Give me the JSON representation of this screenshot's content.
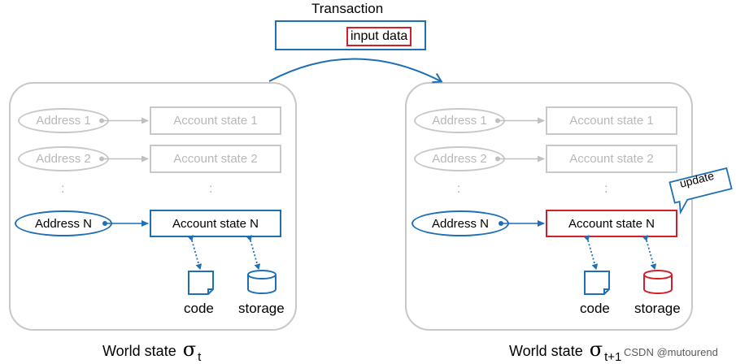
{
  "transaction": {
    "title": "Transaction",
    "field": "input data"
  },
  "left": {
    "address1": "Address 1",
    "account1": "Account state 1",
    "address2": "Address 2",
    "account2": "Account state 2",
    "ellipsis_left": ":",
    "ellipsis_right": ":",
    "addressN": "Address N",
    "accountN": "Account state N",
    "code": "code",
    "storage": "storage",
    "title": "World state",
    "sigma": "σ",
    "subscript": "t"
  },
  "right": {
    "address1": "Address 1",
    "account1": "Account state 1",
    "address2": "Address 2",
    "account2": "Account state 2",
    "ellipsis_left": ":",
    "ellipsis_right": ":",
    "addressN": "Address N",
    "accountN": "Account state N",
    "code": "code",
    "storage": "storage",
    "update_callout": "update",
    "title": "World state",
    "sigma": "σ",
    "subscript": "t+1"
  },
  "watermark": "CSDN @mutourend",
  "colors": {
    "blue": "#1f6fb5",
    "red": "#d21f2a",
    "gray": "#c8c8c8"
  }
}
